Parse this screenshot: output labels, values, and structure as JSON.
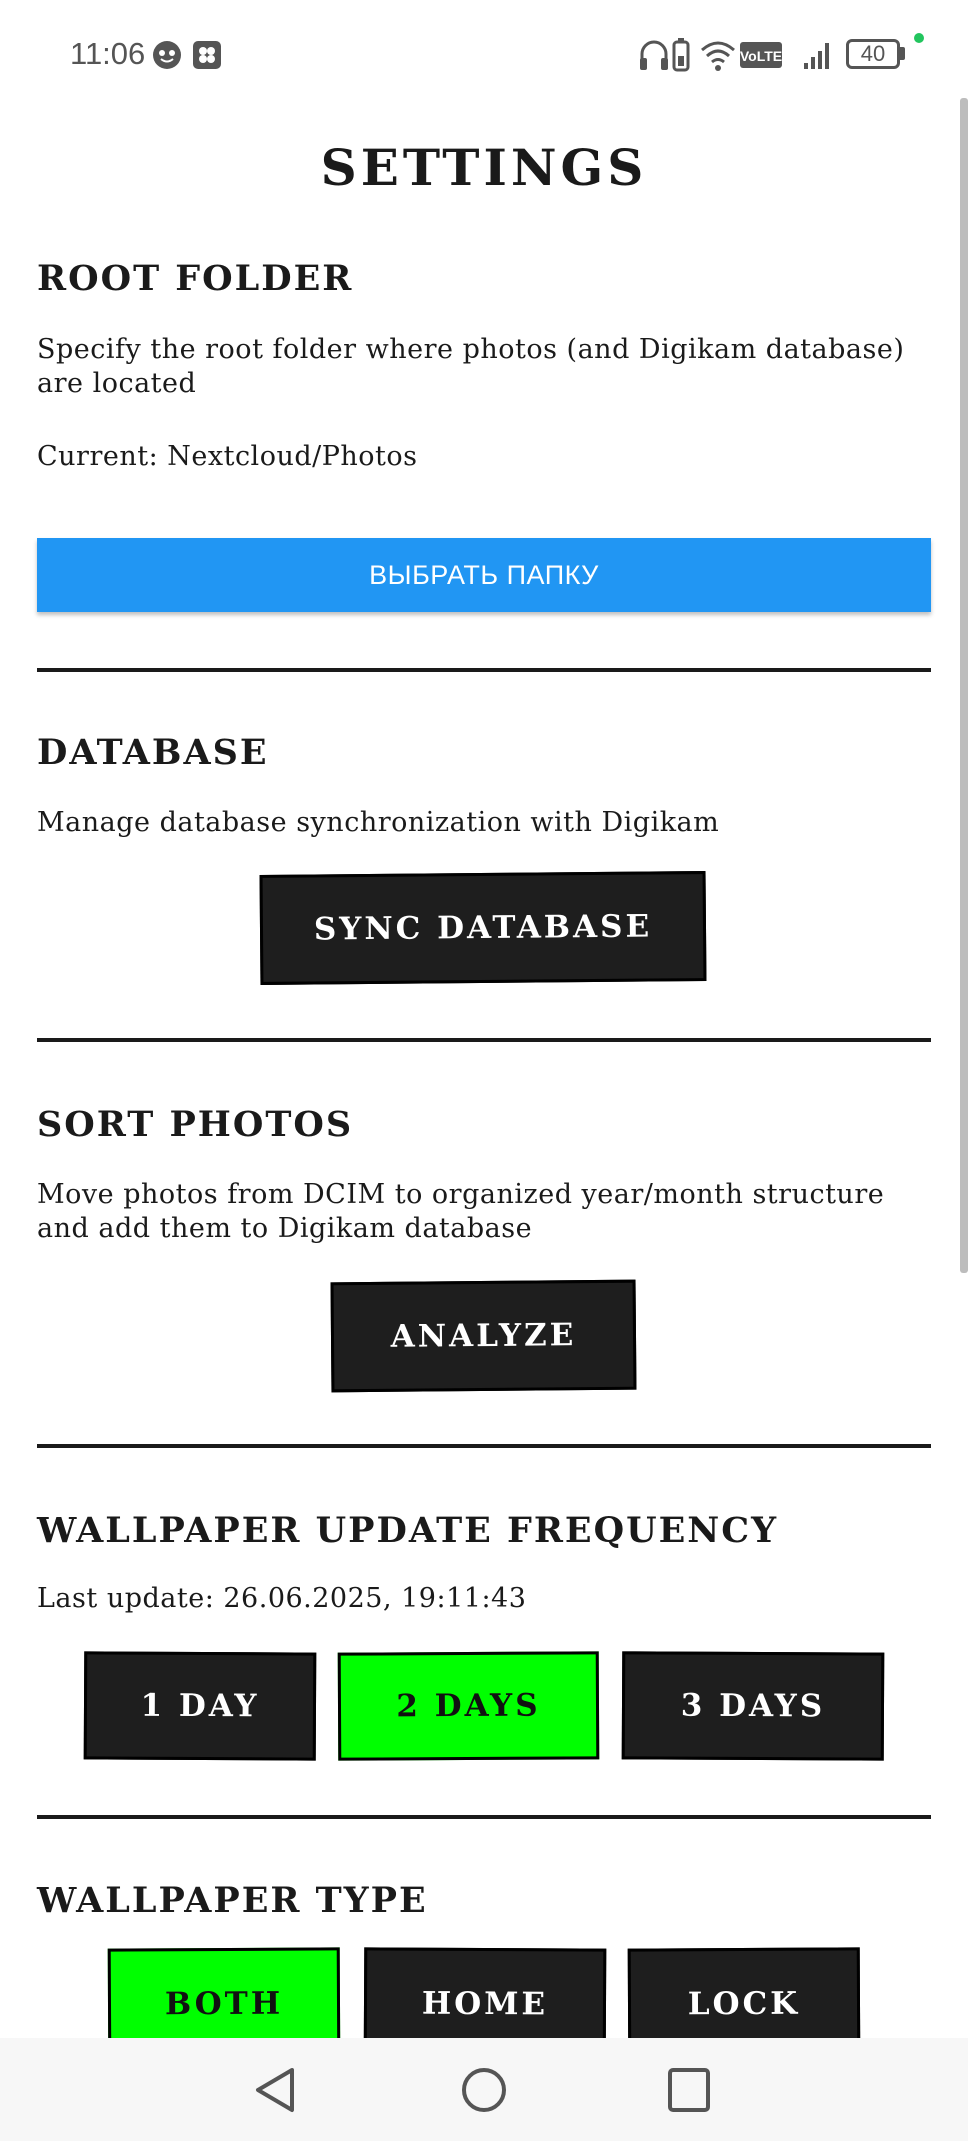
{
  "status_bar": {
    "time": "11:06",
    "battery": "40"
  },
  "page_title": "SETTINGS",
  "root_folder": {
    "heading": "ROOT FOLDER",
    "description": "Specify the root folder where photos (and Digikam database) are located",
    "current": "Current: Nextcloud/Photos",
    "button_label": "ВЫБРАТЬ ПАПКУ"
  },
  "database": {
    "heading": "DATABASE",
    "description": "Manage database synchronization with Digikam",
    "button_label": "SYNC DATABASE"
  },
  "sort_photos": {
    "heading": "SORT PHOTOS",
    "description": "Move photos from DCIM to organized year/month structure and add them to Digikam database",
    "button_label": "ANALYZE"
  },
  "wallpaper_frequency": {
    "heading": "WALLPAPER UPDATE FREQUENCY",
    "last_update": "Last update: 26.06.2025, 19:11:43",
    "options": [
      "1 DAY",
      "2 DAYS",
      "3 DAYS"
    ],
    "selected": "2 DAYS"
  },
  "wallpaper_type": {
    "heading": "WALLPAPER TYPE",
    "options": [
      "BOTH",
      "HOME",
      "LOCK"
    ],
    "selected": "BOTH"
  },
  "colors": {
    "accent_blue": "#2196f3",
    "selected_green": "#00ff00",
    "button_black": "#1e1e1e"
  }
}
